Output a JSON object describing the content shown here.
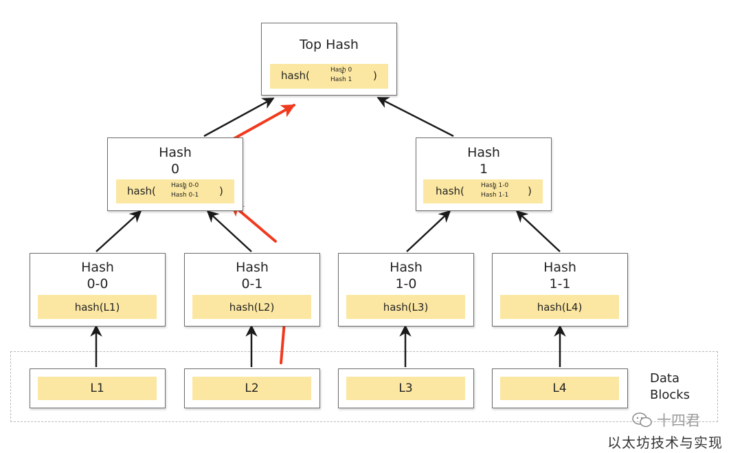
{
  "top": {
    "title": "Top Hash",
    "hash_prefix": "hash(",
    "line1": "Hash 0",
    "plus": "+",
    "line2": "Hash 1",
    "close": ")"
  },
  "h0": {
    "title1": "Hash",
    "title2": "0",
    "hash_prefix": "hash(",
    "line1": "Hash 0-0",
    "plus": "+",
    "line2": "Hash 0-1",
    "close": ")"
  },
  "h1": {
    "title1": "Hash",
    "title2": "1",
    "hash_prefix": "hash(",
    "line1": "Hash 1-0",
    "plus": "+",
    "line2": "Hash 1-1",
    "close": ")"
  },
  "leaves": [
    {
      "title1": "Hash",
      "title2": "0-0",
      "hash": "hash(L1)"
    },
    {
      "title1": "Hash",
      "title2": "0-1",
      "hash": "hash(L2)"
    },
    {
      "title1": "Hash",
      "title2": "1-0",
      "hash": "hash(L3)"
    },
    {
      "title1": "Hash",
      "title2": "1-1",
      "hash": "hash(L4)"
    }
  ],
  "blocks": [
    "L1",
    "L2",
    "L3",
    "L4"
  ],
  "data_blocks_label": {
    "line1": "Data",
    "line2": "Blocks"
  },
  "watermark": {
    "name": "十四君",
    "subtitle": "以太坊技术与实现"
  },
  "colors": {
    "strip": "#fbe7a1",
    "border": "#6b6b6b",
    "edge": "#222222",
    "highlight": "#f03a1e"
  }
}
